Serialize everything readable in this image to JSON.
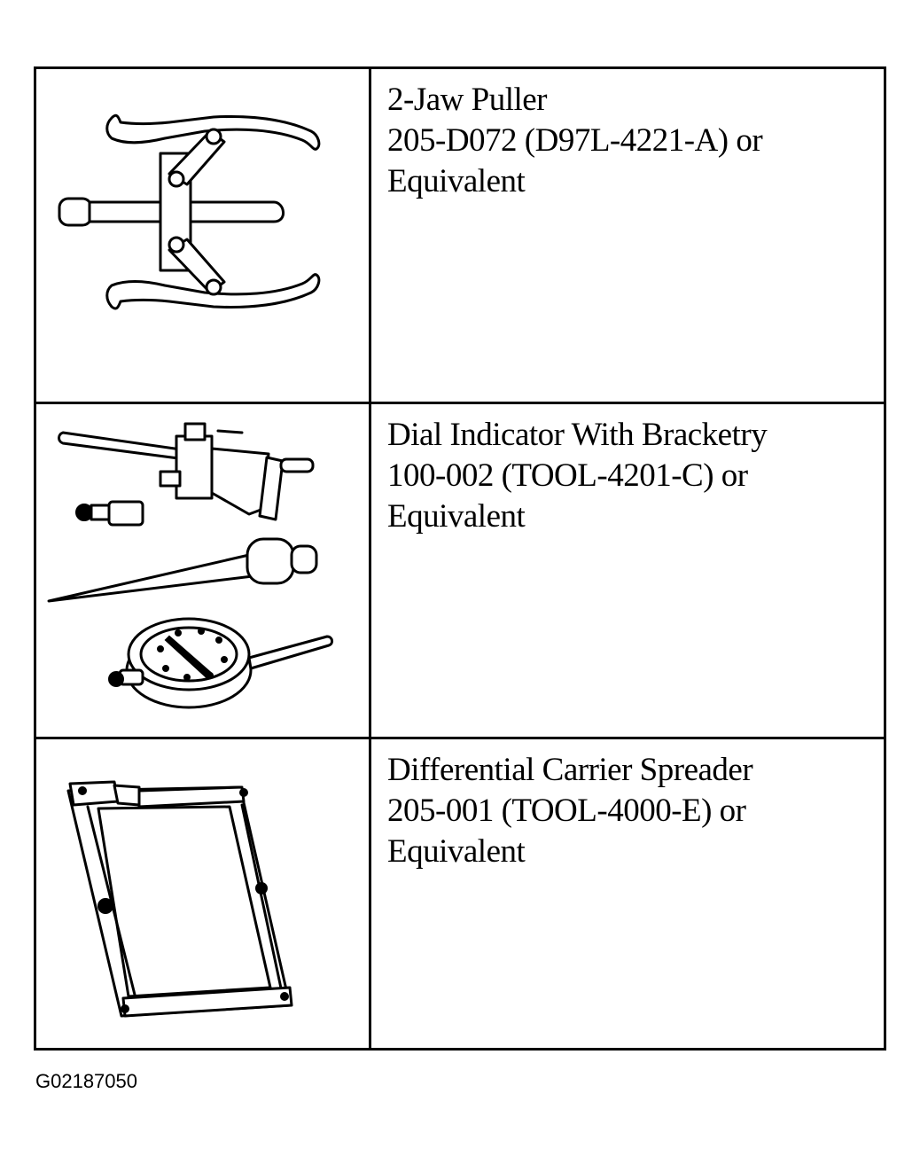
{
  "tools": [
    {
      "name": "2-Jaw Puller",
      "part": "205-D072 (D97L-4221-A) or",
      "alt": "Equivalent",
      "illustration": "jaw-puller-illustration"
    },
    {
      "name": "Dial Indicator With Bracketry",
      "part": "100-002 (TOOL-4201-C) or",
      "alt": "Equivalent",
      "illustration": "dial-indicator-illustration"
    },
    {
      "name": "Differential Carrier Spreader",
      "part": "205-001 (TOOL-4000-E) or",
      "alt": "Equivalent",
      "illustration": "carrier-spreader-illustration"
    }
  ],
  "figure_id": "G02187050"
}
